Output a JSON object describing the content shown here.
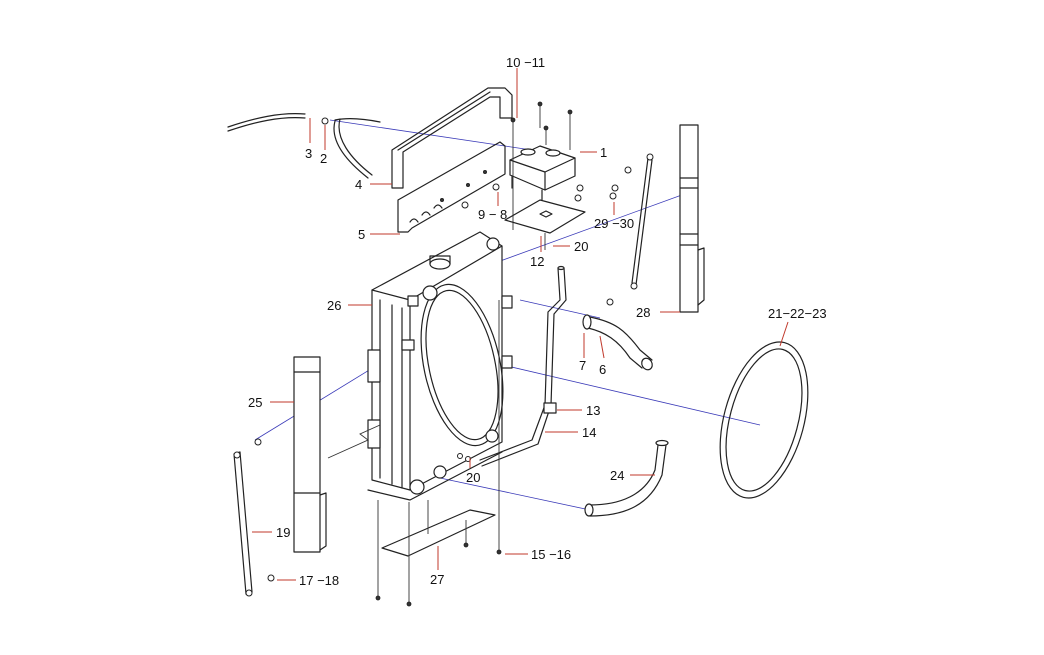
{
  "callouts": [
    {
      "id": "c10-11",
      "text": "10 −11"
    },
    {
      "id": "c1",
      "text": "1"
    },
    {
      "id": "c3",
      "text": "3"
    },
    {
      "id": "c2",
      "text": "2"
    },
    {
      "id": "c4",
      "text": "4"
    },
    {
      "id": "c9-8",
      "text": "9 − 8"
    },
    {
      "id": "c5",
      "text": "5"
    },
    {
      "id": "c29-30",
      "text": "29 −30"
    },
    {
      "id": "c20a",
      "text": "20"
    },
    {
      "id": "c12",
      "text": "12"
    },
    {
      "id": "c26",
      "text": "26"
    },
    {
      "id": "c28",
      "text": "28"
    },
    {
      "id": "c21-22-23",
      "text": "21−22−23"
    },
    {
      "id": "c7",
      "text": "7"
    },
    {
      "id": "c6",
      "text": "6"
    },
    {
      "id": "c25",
      "text": "25"
    },
    {
      "id": "c13",
      "text": "13"
    },
    {
      "id": "c14",
      "text": "14"
    },
    {
      "id": "c20b",
      "text": "20"
    },
    {
      "id": "c24",
      "text": "24"
    },
    {
      "id": "c19",
      "text": "19"
    },
    {
      "id": "c15-16",
      "text": "15 −16"
    },
    {
      "id": "c27",
      "text": "27"
    },
    {
      "id": "c17-18",
      "text": "17 −18"
    }
  ]
}
